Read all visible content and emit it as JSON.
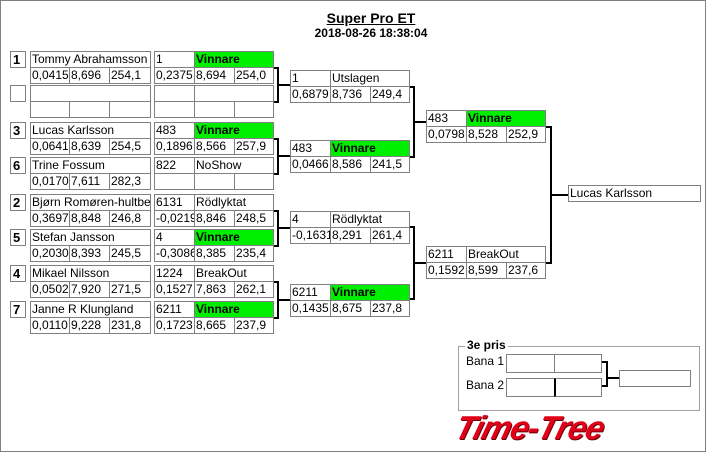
{
  "header": {
    "title": "Super Pro ET",
    "datetime": "2018-08-26 18:38:04"
  },
  "colors": {
    "winner": "#00ee00"
  },
  "round1": [
    {
      "seed": "1",
      "name": "Tommy Abrahamsson",
      "stats": [
        "0,0415",
        "8,696",
        "254,1"
      ],
      "num": "1",
      "status": "Vinnare",
      "winner": true,
      "res": [
        "0,2375",
        "8,694",
        "254,0"
      ]
    },
    {
      "seed": "",
      "name": "",
      "stats": [
        "",
        "",
        ""
      ],
      "num": "",
      "status": "",
      "winner": false,
      "res": [
        "",
        "",
        ""
      ]
    },
    {
      "seed": "3",
      "name": "Lucas  Karlsson",
      "stats": [
        "0,0641",
        "8,639",
        "254,5"
      ],
      "num": "483",
      "status": "Vinnare",
      "winner": true,
      "res": [
        "0,1896",
        "8,566",
        "257,9"
      ]
    },
    {
      "seed": "6",
      "name": "Trine Fossum",
      "stats": [
        "0,0170",
        "7,611",
        "282,3"
      ],
      "num": "822",
      "status": "NoShow",
      "winner": false,
      "res": [
        "",
        "",
        ""
      ]
    },
    {
      "seed": "2",
      "name": "Bjørn Romøren-hultberg",
      "stats": [
        "0,3697",
        "8,848",
        "246,8"
      ],
      "num": "6131",
      "status": "Rödlyktat",
      "winner": false,
      "res": [
        "-0,0219",
        "8,846",
        "248,5"
      ]
    },
    {
      "seed": "5",
      "name": "Stefan Jansson",
      "stats": [
        "0,2030",
        "8,393",
        "245,5"
      ],
      "num": "4",
      "status": "Vinnare",
      "winner": true,
      "res": [
        "-0,3086",
        "8,385",
        "235,4"
      ]
    },
    {
      "seed": "4",
      "name": "Mikael Nilsson",
      "stats": [
        "0,0502",
        "7,920",
        "271,5"
      ],
      "num": "1224",
      "status": "BreakOut",
      "winner": false,
      "res": [
        "0,1527",
        "7,863",
        "262,1"
      ]
    },
    {
      "seed": "7",
      "name": "Janne R Klungland",
      "stats": [
        "0,0110",
        "9,228",
        "231,8"
      ],
      "num": "6211",
      "status": "Vinnare",
      "winner": true,
      "res": [
        "0,1723",
        "8,665",
        "237,9"
      ]
    }
  ],
  "round2": [
    {
      "num": "1",
      "status": "Utslagen",
      "winner": false,
      "res": [
        "0,6879",
        "8,736",
        "249,4"
      ]
    },
    {
      "num": "483",
      "status": "Vinnare",
      "winner": true,
      "res": [
        "0,0466",
        "8,586",
        "241,5"
      ]
    },
    {
      "num": "4",
      "status": "Rödlyktat",
      "winner": false,
      "res": [
        "-0,1631",
        "8,291",
        "261,4"
      ]
    },
    {
      "num": "6211",
      "status": "Vinnare",
      "winner": true,
      "res": [
        "0,1435",
        "8,675",
        "237,8"
      ]
    }
  ],
  "round3": [
    {
      "num": "483",
      "status": "Vinnare",
      "winner": true,
      "res": [
        "0,0798",
        "8,528",
        "252,9"
      ]
    },
    {
      "num": "6211",
      "status": "BreakOut",
      "winner": false,
      "res": [
        "0,1592",
        "8,599",
        "237,6"
      ]
    }
  ],
  "final": {
    "winner": "Lucas  Karlsson"
  },
  "third_place": {
    "title": "3e pris",
    "lane1": "Bana 1",
    "lane2": "Bana 2"
  },
  "logo": "Time-Tree"
}
